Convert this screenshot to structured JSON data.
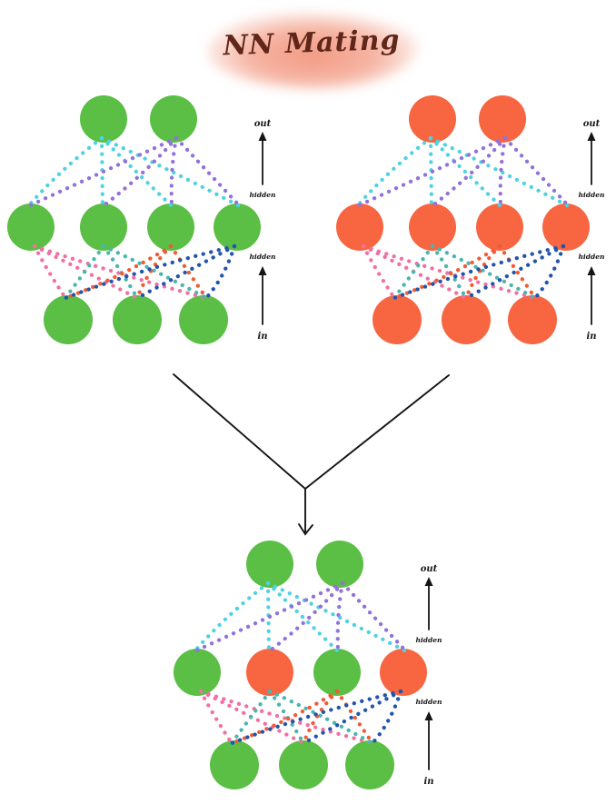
{
  "title": {
    "text": "NN Mating"
  },
  "palette": {
    "green": "#5abf44",
    "orange": "#f76541",
    "ink": "#151515",
    "title_ink": "#5f2619",
    "title_highlight": "#ef8265",
    "conn_cyan": "#4fd2e2",
    "conn_purple": "#9372d8",
    "conn_pink": "#f170a4",
    "conn_teal": "#4bb5b1",
    "conn_red": "#f15a34",
    "conn_blue": "#2154aa"
  },
  "axis_labels": {
    "out": "out",
    "hidden": "hidden",
    "in": "in"
  },
  "network_structure": {
    "layer_order": [
      "out",
      "hidden",
      "in"
    ],
    "layer_sizes": {
      "out": 2,
      "hidden": 4,
      "in": 3
    },
    "out_to_hidden_colors": [
      "conn_cyan",
      "conn_purple"
    ],
    "hidden_to_in_colors": [
      "conn_pink",
      "conn_teal",
      "conn_red",
      "conn_blue"
    ]
  },
  "networks": [
    {
      "id": "parent-green",
      "node_colors": {
        "out": [
          "green",
          "green"
        ],
        "hidden": [
          "green",
          "green",
          "green",
          "green"
        ],
        "in": [
          "green",
          "green",
          "green"
        ]
      }
    },
    {
      "id": "parent-orange",
      "node_colors": {
        "out": [
          "orange",
          "orange"
        ],
        "hidden": [
          "orange",
          "orange",
          "orange",
          "orange"
        ],
        "in": [
          "orange",
          "orange",
          "orange"
        ]
      }
    },
    {
      "id": "child",
      "node_colors": {
        "out": [
          "green",
          "green"
        ],
        "hidden": [
          "green",
          "orange",
          "green",
          "orange"
        ],
        "in": [
          "green",
          "green",
          "green"
        ]
      }
    }
  ]
}
